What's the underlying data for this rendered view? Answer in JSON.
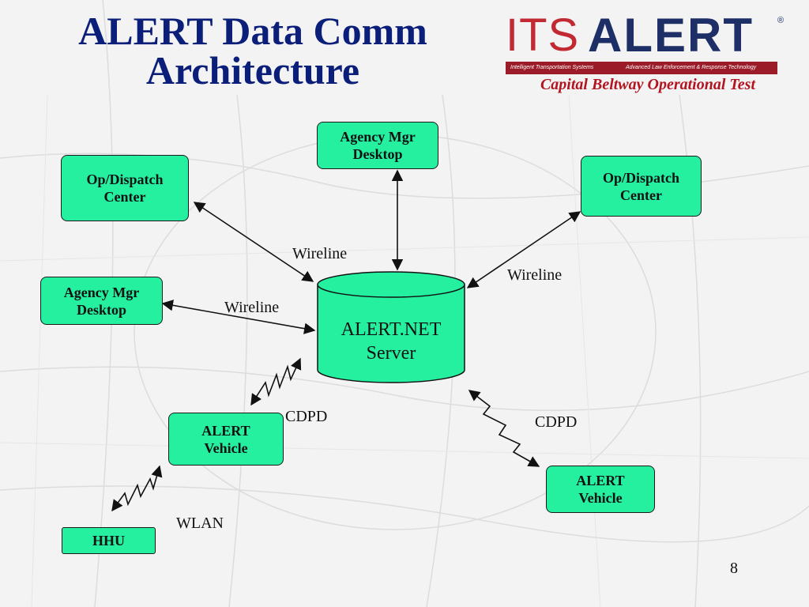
{
  "slide": {
    "title_line1": "ALERT Data Comm",
    "title_line2": "Architecture",
    "page_number": "8"
  },
  "logo": {
    "its": "ITS",
    "alert": "ALERT",
    "registered": "®",
    "tagline_left": "Intelligent Transportation Systems",
    "tagline_right": "Advanced Law Enforcement & Response Technology",
    "subtitle": "Capital Beltway Operational Test"
  },
  "nodes": {
    "agency_mgr_top": [
      "Agency Mgr",
      "Desktop"
    ],
    "dispatch_left": [
      "Op/Dispatch",
      "Center"
    ],
    "dispatch_right": [
      "Op/Dispatch",
      "Center"
    ],
    "agency_mgr_left": [
      "Agency Mgr",
      "Desktop"
    ],
    "server": [
      "ALERT.NET",
      "Server"
    ],
    "vehicle_left": [
      "ALERT",
      "Vehicle"
    ],
    "vehicle_right": [
      "ALERT",
      "Vehicle"
    ],
    "hhu": "HHU"
  },
  "links": {
    "wireline_top": "Wireline",
    "wireline_right": "Wireline",
    "wireline_left": "Wireline",
    "cdpd_left": "CDPD",
    "cdpd_right": "CDPD",
    "wlan": "WLAN"
  },
  "colors": {
    "title": "#0b1f7a",
    "node_fill": "#24f0a0",
    "logo_red": "#c22a33",
    "logo_navy": "#1d2f66"
  }
}
